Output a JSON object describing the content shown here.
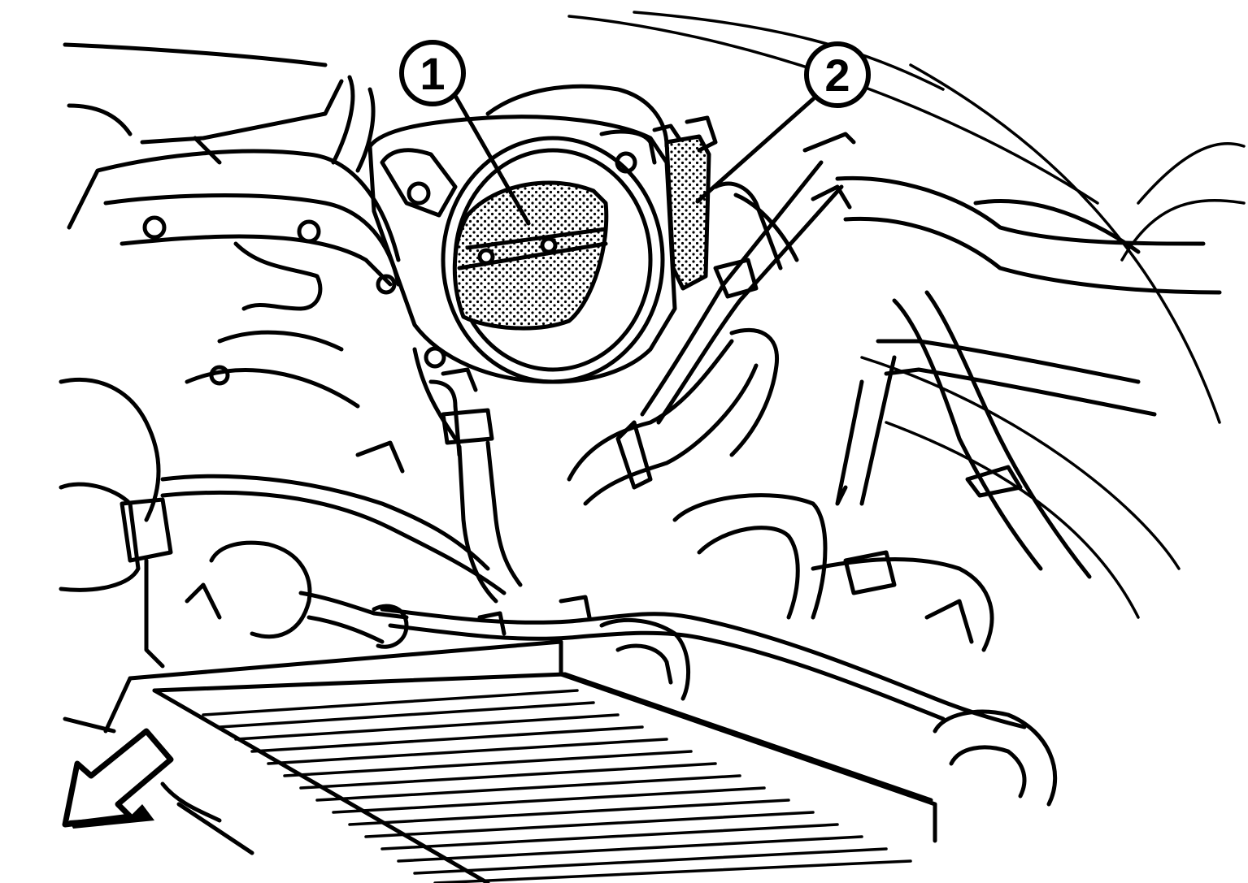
{
  "callouts": [
    {
      "label": "1",
      "part": "throttle-plate"
    },
    {
      "label": "2",
      "part": "throttle-position-area"
    }
  ],
  "colors": {
    "ink": "#000000",
    "paper": "#ffffff"
  },
  "icons": {
    "direction_arrow": "front-arrow-icon"
  }
}
